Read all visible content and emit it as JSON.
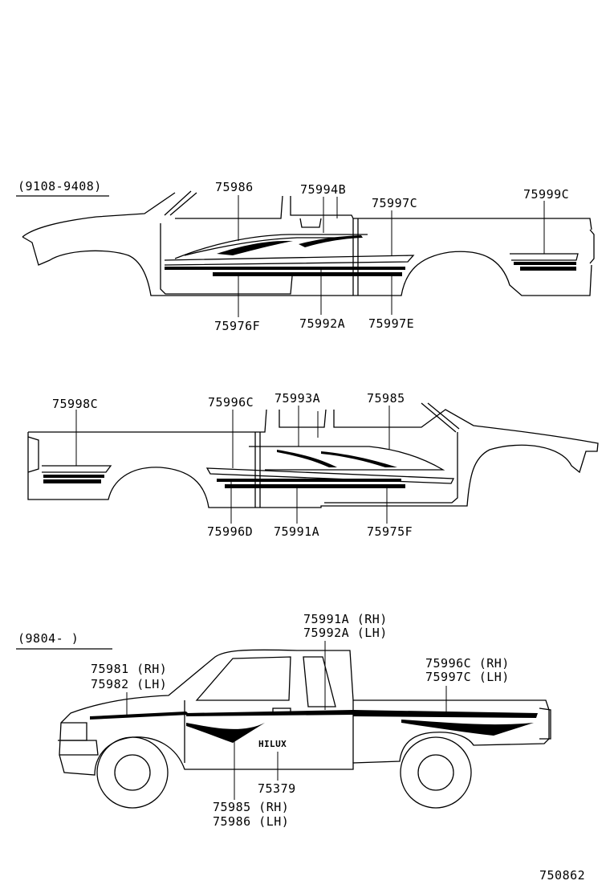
{
  "diagram_code": "750862",
  "section1": {
    "period": "(9108-9408)",
    "callouts": {
      "c75986": "75986",
      "c75994B": "75994B",
      "c75997C": "75997C",
      "c75999C": "75999C",
      "c75976F": "75976F",
      "c75992A": "75992A",
      "c75997E": "75997E"
    }
  },
  "section2": {
    "callouts": {
      "c75998C": "75998C",
      "c75996C": "75996C",
      "c75993A": "75993A",
      "c75985": "75985",
      "c75996D": "75996D",
      "c75991A": "75991A",
      "c75975F": "75975F"
    }
  },
  "section3": {
    "period": "(9804-      )",
    "callouts": {
      "c75991A_rh": "75991A (RH)",
      "c75992A_lh": "75992A (LH)",
      "c75981_rh": "75981 (RH)",
      "c75982_lh": "75982 (LH)",
      "c75996C_rh": "75996C (RH)",
      "c75997C_lh": "75997C (LH)",
      "c75379": "75379",
      "c75985_rh": "75985 (RH)",
      "c75986_lh": "75986 (LH)"
    },
    "tailgate_badge": "HILUX"
  }
}
